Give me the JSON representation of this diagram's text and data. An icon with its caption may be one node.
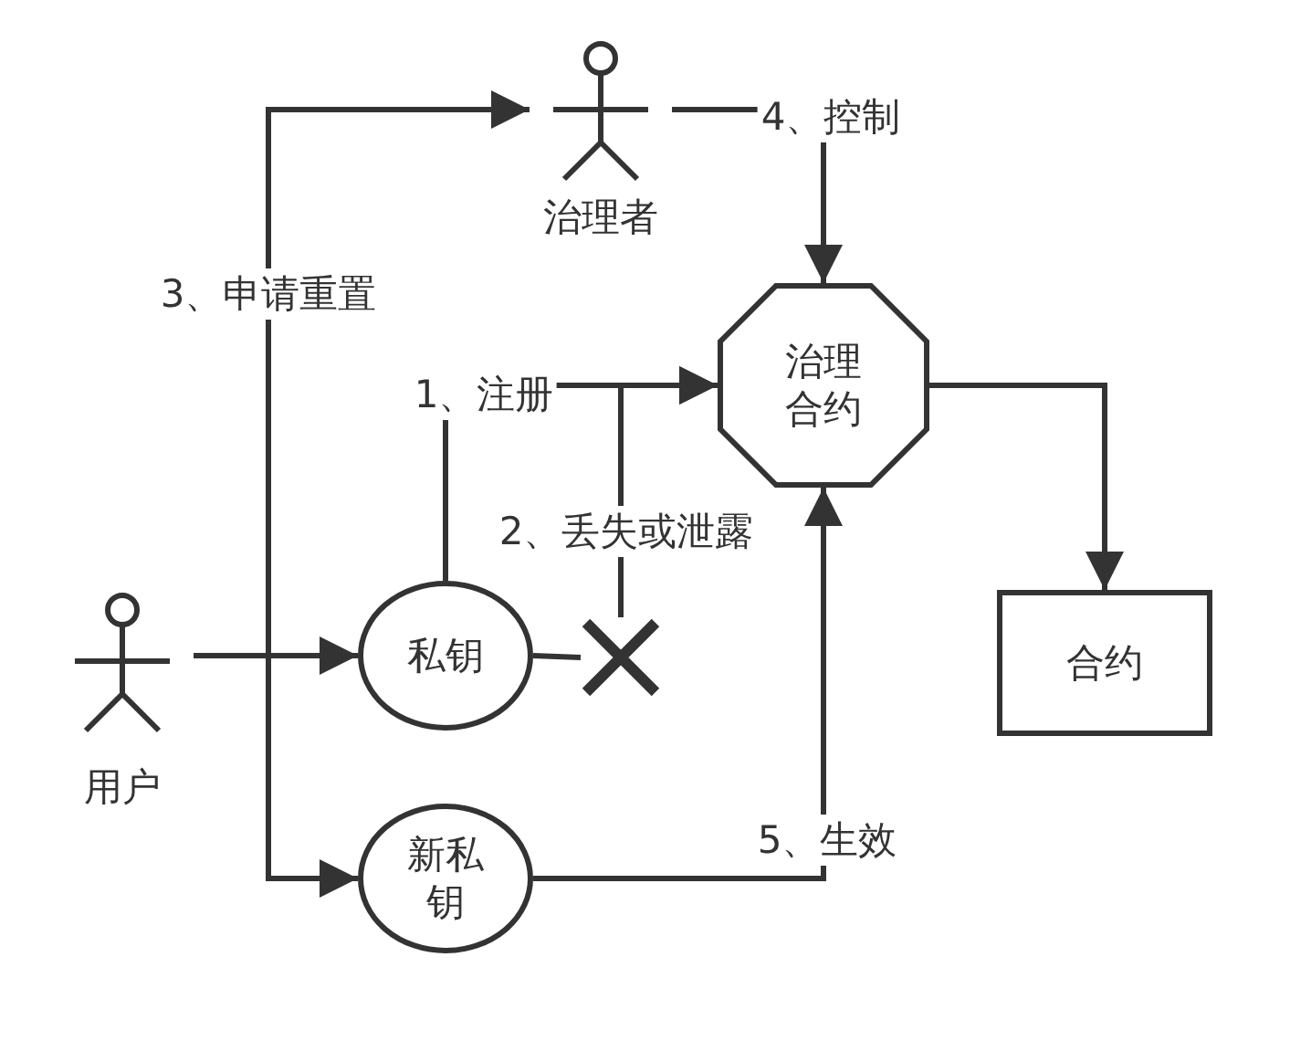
{
  "diagram": {
    "nodes": [
      {
        "text": [],
        "shape": "person",
        "beside": [
          "治理者"
        ]
      },
      {
        "text": [],
        "shape": "person",
        "beside": [
          "用户"
        ]
      },
      {
        "text": [
          "治理合约"
        ]
      },
      {
        "text": [
          "私钥"
        ]
      },
      {
        "text": [
          "新私钥"
        ]
      },
      {
        "text": [
          "合约"
        ]
      },
      {
        "text": [],
        "shape": "cross"
      }
    ],
    "edges": [
      {
        "from": 1,
        "to": 3,
        "arrow": "to"
      },
      {
        "from": 1,
        "to": 0,
        "arrow": "to",
        "label": "3、申请重置"
      },
      {
        "from": 1,
        "to": 4,
        "arrow": "to"
      },
      {
        "from": 3,
        "to": 2,
        "arrow": "to",
        "label": "1、注册"
      },
      {
        "from": 3,
        "to": 6,
        "arrow": "none"
      },
      {
        "from": 6,
        "to": 2,
        "arrow": "to",
        "label": "2、丢失或泄露"
      },
      {
        "from": 0,
        "to": 2,
        "arrow": "to",
        "label": "4、控制"
      },
      {
        "from": 4,
        "to": 2,
        "arrow": "to",
        "label": "5、生效"
      },
      {
        "from": 2,
        "to": 5,
        "arrow": "to"
      }
    ]
  }
}
